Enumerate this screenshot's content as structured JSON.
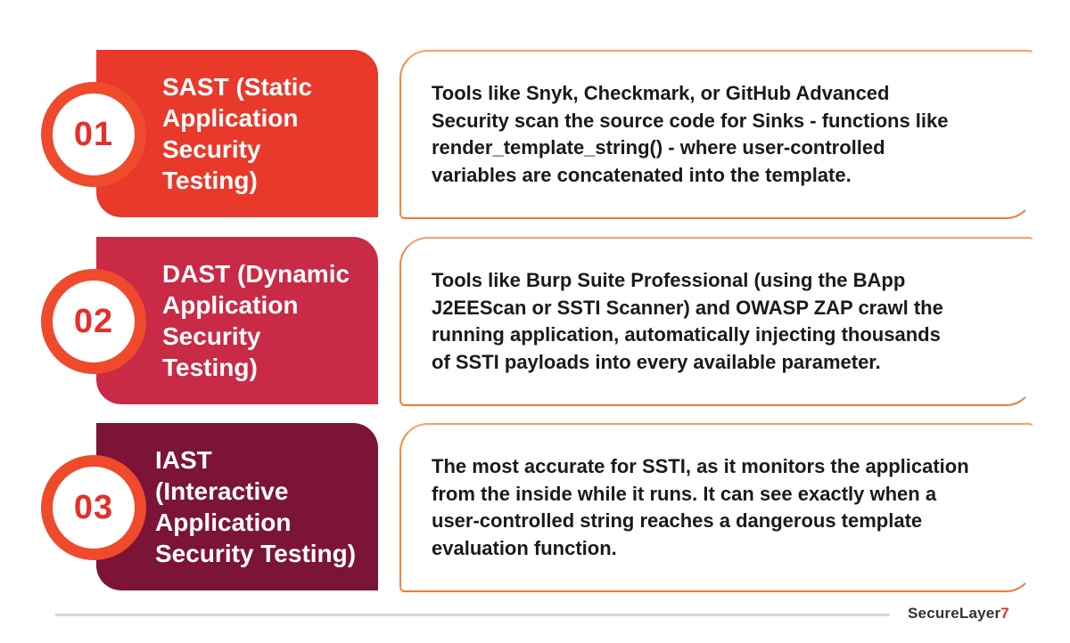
{
  "items": [
    {
      "number": "01",
      "title": "SAST (Static Application Security Testing)",
      "title_lines": [
        "SAST (Static",
        "Application",
        "Security",
        "Testing)"
      ],
      "description": "Tools like Snyk, Checkmark, or GitHub Advanced\nSecurity scan the source code for Sinks - functions like\nrender_template_string() - where user-controlled\nvariables are concatenated into the template.",
      "color": "#e8392a"
    },
    {
      "number": "02",
      "title": "DAST (Dynamic Application Security Testing)",
      "title_lines": [
        "DAST (Dynamic",
        "Application",
        "Security",
        "Testing)"
      ],
      "description": " Tools like Burp Suite Professional (using the BApp\nJ2EEScan or SSTI Scanner) and OWASP ZAP crawl the\nrunning application, automatically injecting thousands\nof SSTI payloads into every available parameter.",
      "color": "#c92a45"
    },
    {
      "number": "03",
      "title": "IAST (Interactive Application Security Testing)",
      "title_lines": [
        "IAST",
        "(Interactive",
        "Application",
        "Security Testing)"
      ],
      "description": "The most accurate for SSTI, as it monitors the application\nfrom the inside while it runs. It can see exactly when a\nuser-controlled string reaches a dangerous template\nevaluation function.",
      "color": "#7b1436"
    }
  ],
  "brand": {
    "name": "SecureLayer",
    "suffix": "7"
  }
}
